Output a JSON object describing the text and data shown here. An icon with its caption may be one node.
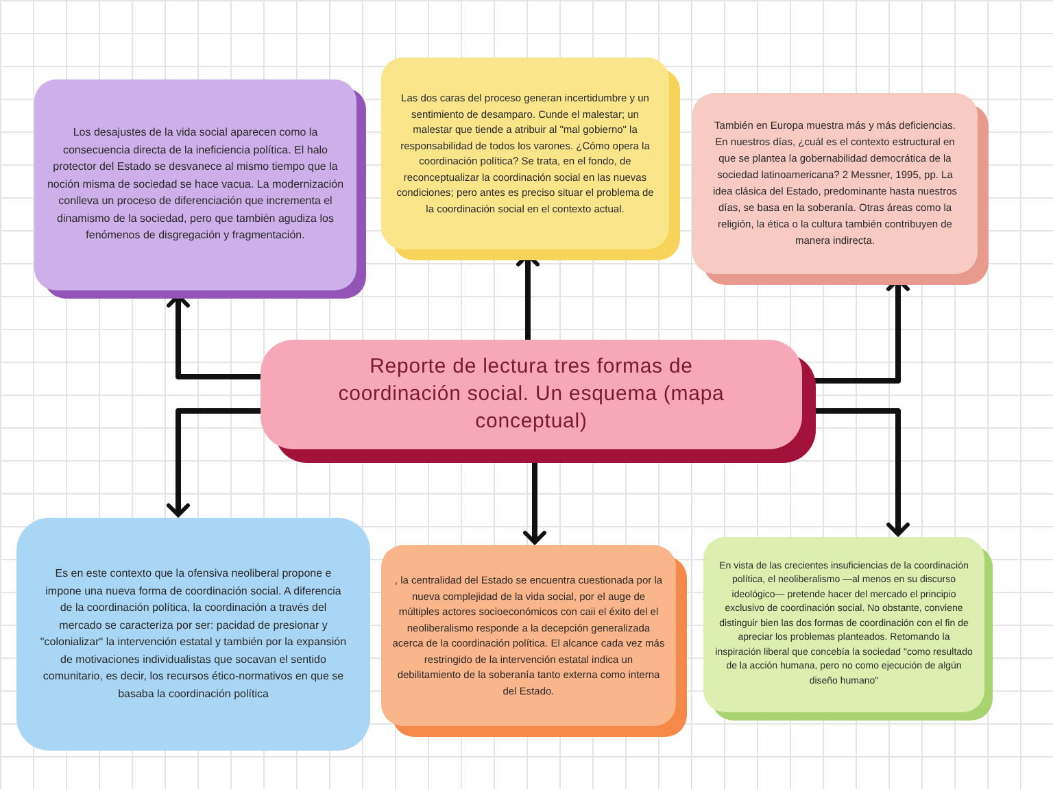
{
  "diagram": {
    "nodes": [
      {
        "text": [
          "Reporte de lectura tres formas de coordinación social. Un esquema (mapa conceptual)"
        ]
      },
      {
        "text": [
          "Los desajustes de la vida social aparecen como la consecuencia directa de la ineficiencia política. El halo protector del Estado se desvanece al mismo tiempo que la noción misma de sociedad se hace vacua. La modernización conlleva un proceso de diferenciación que incrementa el dinamismo de la sociedad, pero que también agudiza los fenómenos de disgregación y fragmentación."
        ]
      },
      {
        "text": [
          "Las dos caras del proceso generan incertidumbre y un sentimiento de desamparo. Cunde el malestar; un malestar que tiende a atribuir al \"mal gobierno\" la responsabilidad de todos los varones. ¿Cómo opera la coordinación política? Se trata, en el fondo, de reconceptualizar la coordinación social en las nuevas condiciones; pero antes es preciso situar el problema de la coordinación social en el contexto actual."
        ]
      },
      {
        "text": [
          "También en Europa muestra más y más deficiencias. En nuestros días, ¿cuál es el contexto estructural en que se plantea la gobernabilidad democrática de la sociedad latinoamericana? 2 Messner, 1995, pp. La idea clásica del Estado, predominante hasta nuestros días, se basa en la soberanía. Otras áreas como la religión, la ética o la cultura también contribuyen de manera indirecta."
        ]
      },
      {
        "text": [
          "Es en este contexto que la ofensiva neoliberal propone e impone una nueva forma de coordinación social. A diferencia de la coordinación política, la coordinación a través del mercado se caracteriza por ser: pacidad de presionar y \"colonializar\" la intervención estatal y también por la expansión de motivaciones individualistas que socavan el sentido comunitario, es decir, los recursos ético-normativos en que se basaba la coordinación política"
        ]
      },
      {
        "text": [
          ", la centralidad del Estado se encuentra cuestionada por la nueva complejidad de la vida social, por el auge de múltiples actores socioeconómicos con caii el éxito del el neoliberalismo responde a la decepción generalizada acerca de la coordinación política. El alcance cada vez más restringido de la intervención estatal indica un debilitamiento de la soberanía tanto externa como interna del Estado."
        ]
      },
      {
        "text": [
          "En vista de las crecientes insuficiencias de la coordinación política, el neoliberalismo —al menos en su discurso ideológico— pretende hacer del mercado el principio exclusivo de coordinación social. No obstante, conviene distinguir bien las dos formas de coordinación con el fin de apreciar los problemas planteados. Retomando la inspiración liberal que concebía la sociedad \"como resultado de la acción humana, pero no como ejecución de algún diseño humano\""
        ]
      }
    ],
    "edges": [
      {
        "from": 0,
        "to": 2,
        "arrow": "to"
      },
      {
        "from": 0,
        "to": 5,
        "arrow": "to"
      },
      {
        "from": 0,
        "to": 1,
        "arrow": "to"
      },
      {
        "from": 0,
        "to": 4,
        "arrow": "to"
      },
      {
        "from": 0,
        "to": 3,
        "arrow": "to"
      },
      {
        "from": 0,
        "to": 6,
        "arrow": "to"
      }
    ]
  }
}
